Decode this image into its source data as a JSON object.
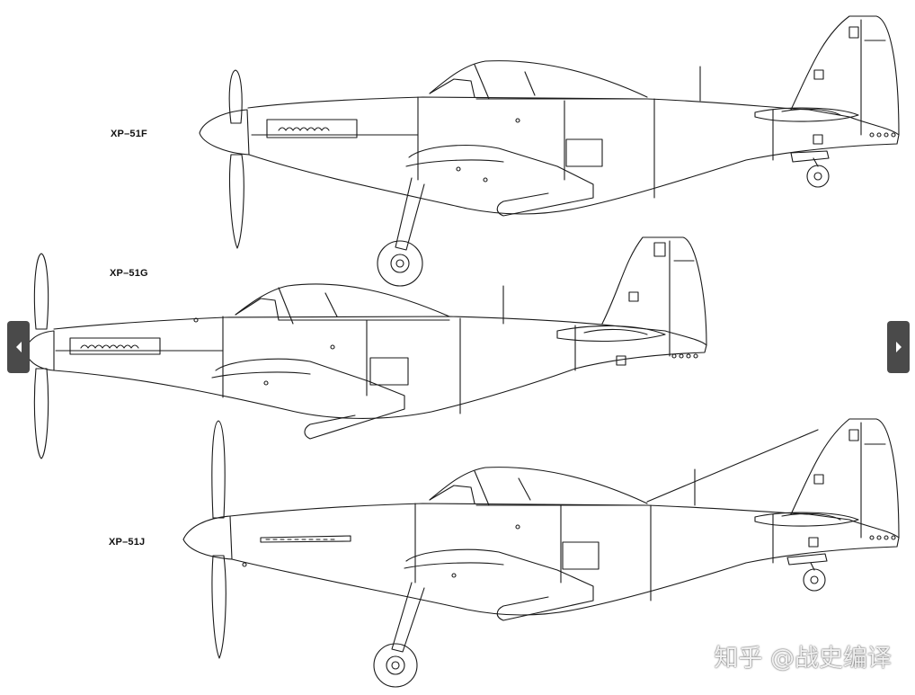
{
  "aircraft": [
    {
      "label": "XP–51F"
    },
    {
      "label": "XP–51G"
    },
    {
      "label": "XP–51J"
    }
  ],
  "navigation": {
    "prev_icon": "chevron-left-icon",
    "next_icon": "chevron-right-icon"
  },
  "watermark": {
    "text": "知乎 @战史编译"
  },
  "colors": {
    "line": "#1a1a1a",
    "background": "#ffffff",
    "nav": "#4a4a4a"
  }
}
